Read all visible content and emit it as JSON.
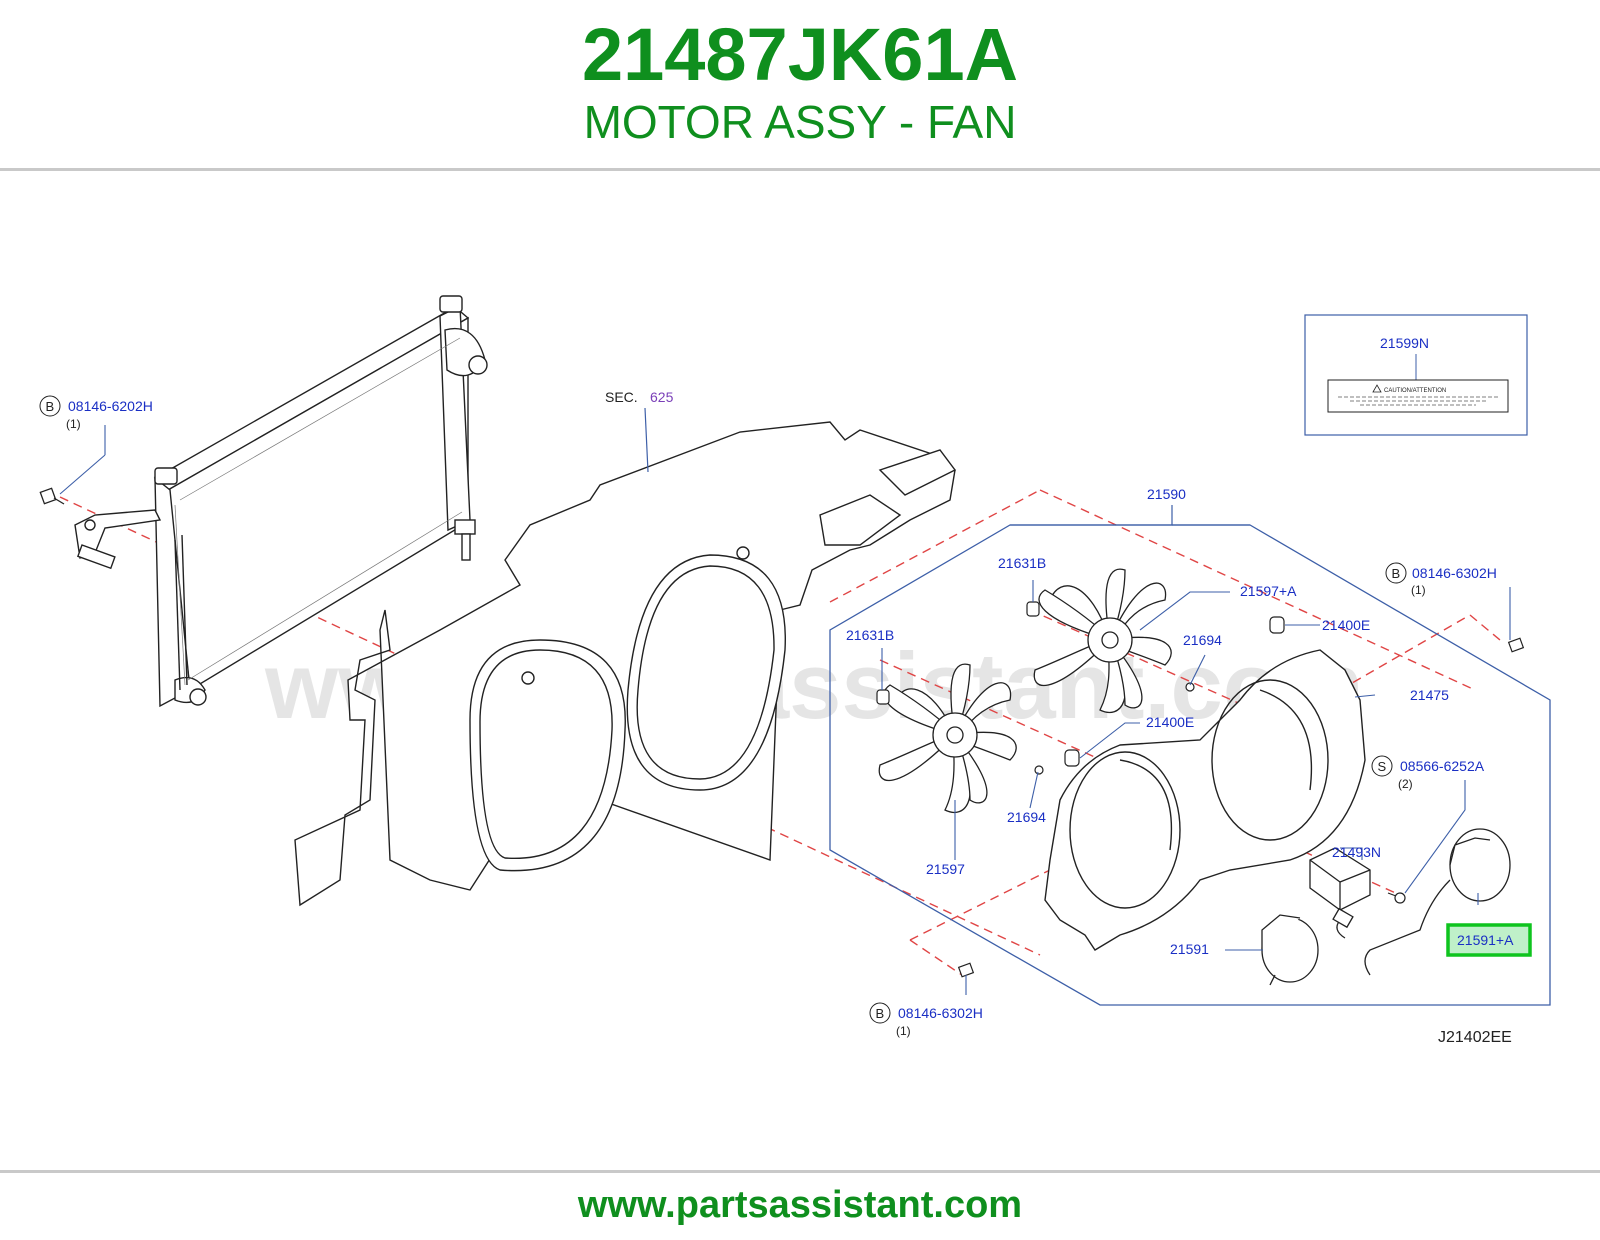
{
  "header": {
    "part_number": "21487JK61A",
    "part_name": "MOTOR ASSY - FAN"
  },
  "footer": {
    "website": "www.partsassistant.com"
  },
  "watermark": "www.partsassistant.com",
  "colors": {
    "brand_green": "#0f8f1e",
    "callout_blue": "#1a2fc4",
    "leader_blue": "#3d5fa8",
    "dash_red": "#e04545",
    "highlight_green": "#0ec41e",
    "highlight_fill": "#bff0c9"
  },
  "diagram": {
    "diagram_code": "J21402EE",
    "section_ref": {
      "prefix": "SEC.",
      "number": "625"
    },
    "label_box": {
      "part": "21599N",
      "label_text": "CAUTION/ATTENTION"
    },
    "callouts": {
      "bolt_b_left": {
        "symbol": "B",
        "part": "08146-6202H",
        "qty": "(1)"
      },
      "bolt_b_right": {
        "symbol": "B",
        "part": "08146-6302H",
        "qty": "(1)"
      },
      "bolt_b_bottom": {
        "symbol": "B",
        "part": "08146-6302H",
        "qty": "(1)"
      },
      "screw_s": {
        "symbol": "S",
        "part": "08566-6252A",
        "qty": "(2)"
      },
      "shroud_assy": "21590",
      "nut_upper": "21631B",
      "nut_lower": "21631B",
      "fan_upper": "21597+A",
      "fan_lower": "21597",
      "bushing_upper": "21400E",
      "bushing_lower": "21400E",
      "grommet_upper": "21694",
      "grommet_lower": "21694",
      "shroud": "21475",
      "resistor": "21493N",
      "motor_left": "21591",
      "motor_right_highlighted": "21591+A"
    }
  }
}
